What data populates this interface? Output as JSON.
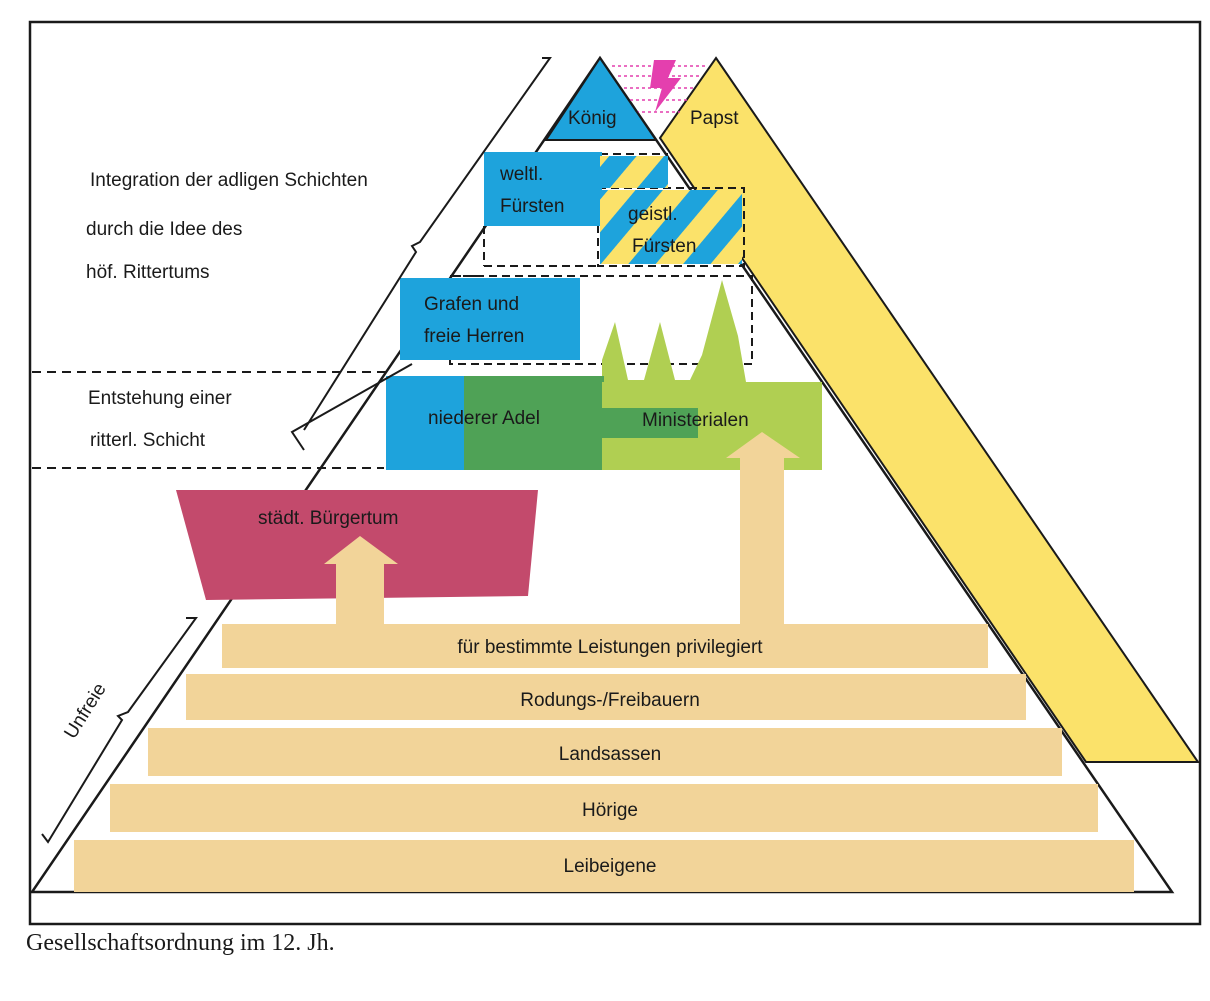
{
  "caption": "Gesellschaftsordnung im 12. Jh.",
  "colors": {
    "blue": "#1ea3dc",
    "yellow": "#fbe26a",
    "tan": "#f2d499",
    "maroon": "#c34a6c",
    "dark_green": "#4fa256",
    "light_green": "#b0cf52",
    "magenta": "#e43fae"
  },
  "nodes": {
    "koenig": "König",
    "papst": "Papst",
    "weltl_fuersten": [
      "weltl.",
      "Fürsten"
    ],
    "geistl_fuersten": [
      "geistl.",
      "Fürsten"
    ],
    "grafen": [
      "Grafen und",
      "freie Herren"
    ],
    "niederer_adel": "niederer Adel",
    "ministerialen": "Ministerialen",
    "buergertum": "städt. Bürgertum"
  },
  "bands": [
    "für bestimmte Leistungen privilegiert",
    "Rodungs-/Freibauern",
    "Landsassen",
    "Hörige",
    "Leibeigene"
  ],
  "annotations": {
    "integration": [
      "Integration der adligen Schichten",
      "durch die Idee des",
      "höf. Rittertums"
    ],
    "entstehung": [
      "Entstehung einer",
      "ritterl. Schicht"
    ],
    "unfreie": "Unfreie"
  },
  "icons": {
    "conflict": "lightning-bolt-icon"
  }
}
